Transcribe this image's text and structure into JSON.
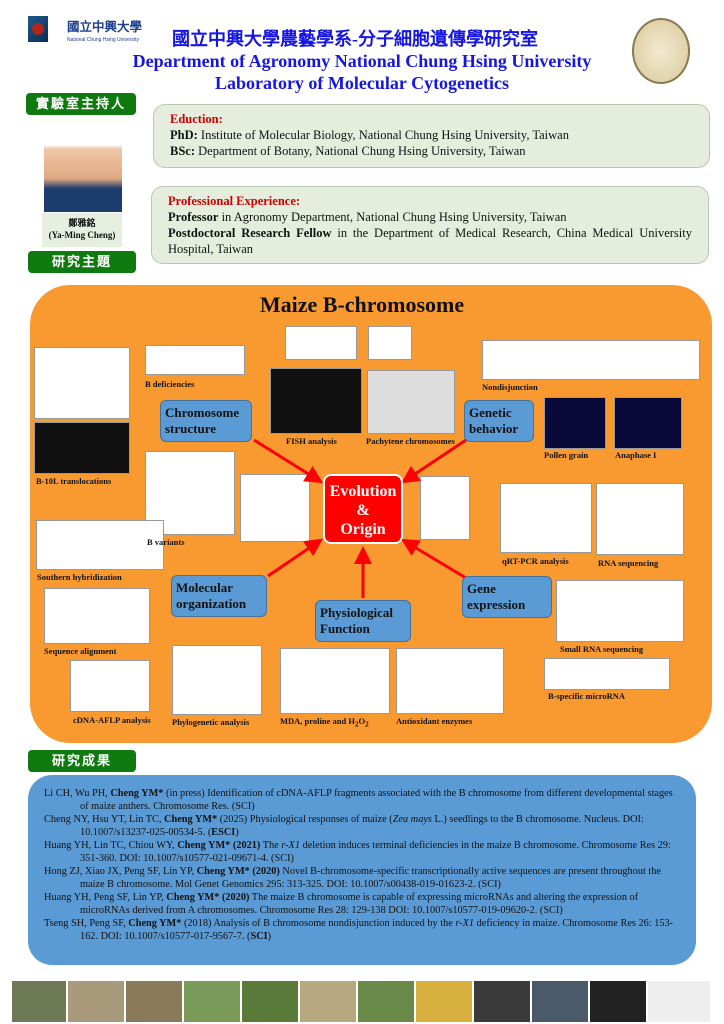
{
  "header": {
    "logo_cn": "國立中興大學",
    "logo_en": "National Chung Hsing University",
    "title_cn": "國立中興大學農藝學系-分子細胞遺傳學研究室",
    "title_en_1": "Department of Agronomy National Chung Hsing University",
    "title_en_2": "Laboratory of Molecular Cytogenetics"
  },
  "sections": {
    "pi": "實驗室主持人",
    "topics": "研究主題",
    "results": "研究成果"
  },
  "pi": {
    "name_cn": "鄭雅銘",
    "name_en": "(Ya-Ming Cheng)"
  },
  "education": {
    "heading": "Eduction:",
    "items": [
      {
        "label": "PhD:",
        "text": " Institute of Molecular Biology, National Chung Hsing University, Taiwan"
      },
      {
        "label": "BSc:",
        "text": " Department of Botany, National Chung Hsing University, Taiwan"
      }
    ]
  },
  "experience": {
    "heading": "Professional Experience:",
    "items": [
      {
        "label": "Professor",
        "text": " in Agronomy Department, National Chung Hsing University, Taiwan"
      },
      {
        "label": "Postdoctoral Research Fellow",
        "text": " in the Department of Medical Research, China Medical University Hospital, Taiwan"
      }
    ]
  },
  "research": {
    "title": "Maize B-chromosome",
    "center": [
      "Evolution",
      "&",
      "Origin"
    ],
    "topics": [
      "Chromosome structure",
      "Genetic behavior",
      "Molecular organization",
      "Physiological Function",
      "Gene expression"
    ],
    "captions": {
      "b_def": "B deficiencies",
      "fish": "FISH analysis",
      "pachytene": "Pachytene chromosomes",
      "nondisj": "Nondisjunction",
      "pollen": "Pollen grain",
      "anaphase": "Anaphase I",
      "b10l": "B-10L translocations",
      "bvar": "B variants",
      "qrt": "qRT-PCR analysis",
      "rnaseq": "RNA sequencing",
      "southern": "Southern hybridization",
      "srna": "Small RNA sequencing",
      "seqal": "Sequence alignment",
      "bmirna": "B-specific microRNA",
      "cdna": "cDNA-AFLP analysis",
      "phylo": "Phylogenetic analysis",
      "mda": "MDA, proline and H",
      "mda_sub": "2",
      "mda_o": "O",
      "antiox": "Antioxidant enzymes"
    }
  },
  "publications": [
    "Li CH, Wu PH, <b>Cheng YM*</b> (in press) Identification of cDNA-AFLP fragments associated with the B chromosome from different developmental stages of maize anthers. Chromosome Res. (SCI)",
    "Cheng NY, Hsu YT, Lin TC, <b>Cheng YM*</b> (2025) Physiological responses of maize (<i>Zea mays</i> L.) seedlings to the B chromosome. Nucleus. DOI: 10.1007/s13237-025-00534-5. (<b>ESCI</b>)",
    "Huang YH, Lin TC, Chiou WY, <b>Cheng YM* (2021)</b> The <i>r-X1</i> deletion induces terminal deficiencies in the maize B chromosome. Chromosome Res 29: 351-360. DOI: 10.1007/s10577-021-09671-4. (SCI)",
    "Hong ZJ, Xiao JX, Peng SF, Lin YP, <b>Cheng YM* (2020)</b> Novel B-chromosome-specific transcriptionally active sequences are present throughout the maize B chromosome. Mol Genet Genomics 295: 313-325. DOI: 10.1007/s00438-019-01623-2. (SCI)",
    "Huang YH, Peng SF, Lin YP, <b>Cheng YM* (2020)</b> The maize B chromosome is capable of expressing microRNAs and altering the expression of microRNAs derived from A chromosomes. Chromosome Res 28: 129-138 DOI: 10.1007/s10577-019-09620-2. (SCI)",
    "Tseng SH, Peng SF, <b>Cheng YM*</b> (2018) Analysis of B chromosome nondisjunction induced by the <i>r-X1</i> deficiency in maize. Chromosome Res 26: 153-162. DOI: 10.1007/s10577-017-9567-7. (<b>SCI</b>)"
  ]
}
